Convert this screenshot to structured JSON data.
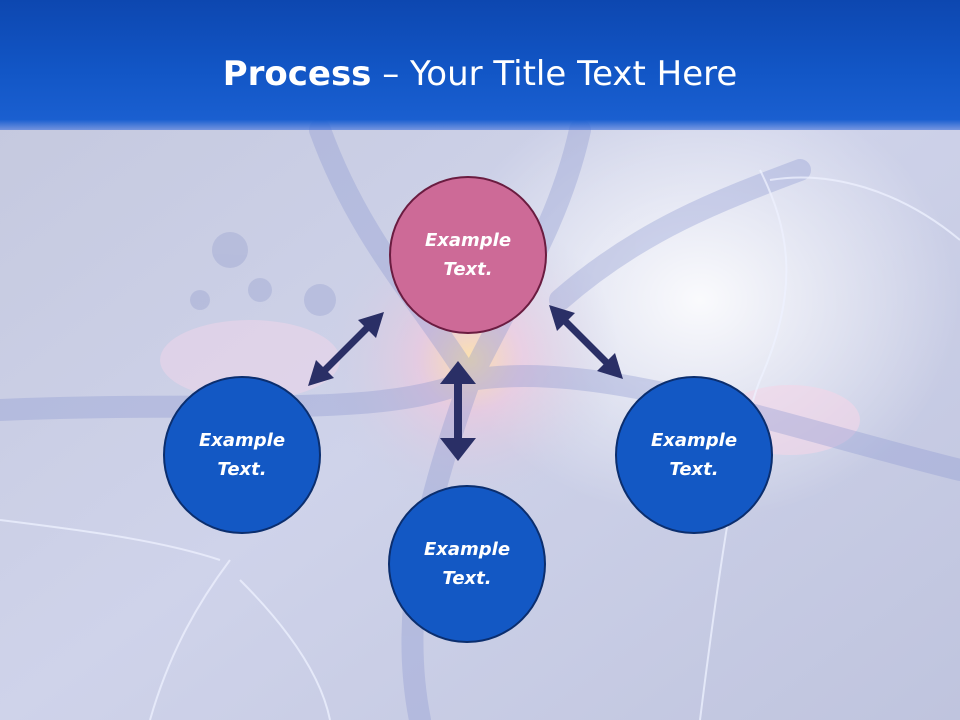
{
  "title": {
    "bold": "Process",
    "rest": " – Your Title Text Here"
  },
  "nodes": {
    "top": "Example\nText.",
    "left": "Example\nText.",
    "bottom": "Example\nText.",
    "right": "Example\nText."
  },
  "colors": {
    "title_bar": "#1256c6",
    "node_blue": "#1358c4",
    "node_pink": "#cd6a97",
    "arrow": "#2a2f66"
  }
}
